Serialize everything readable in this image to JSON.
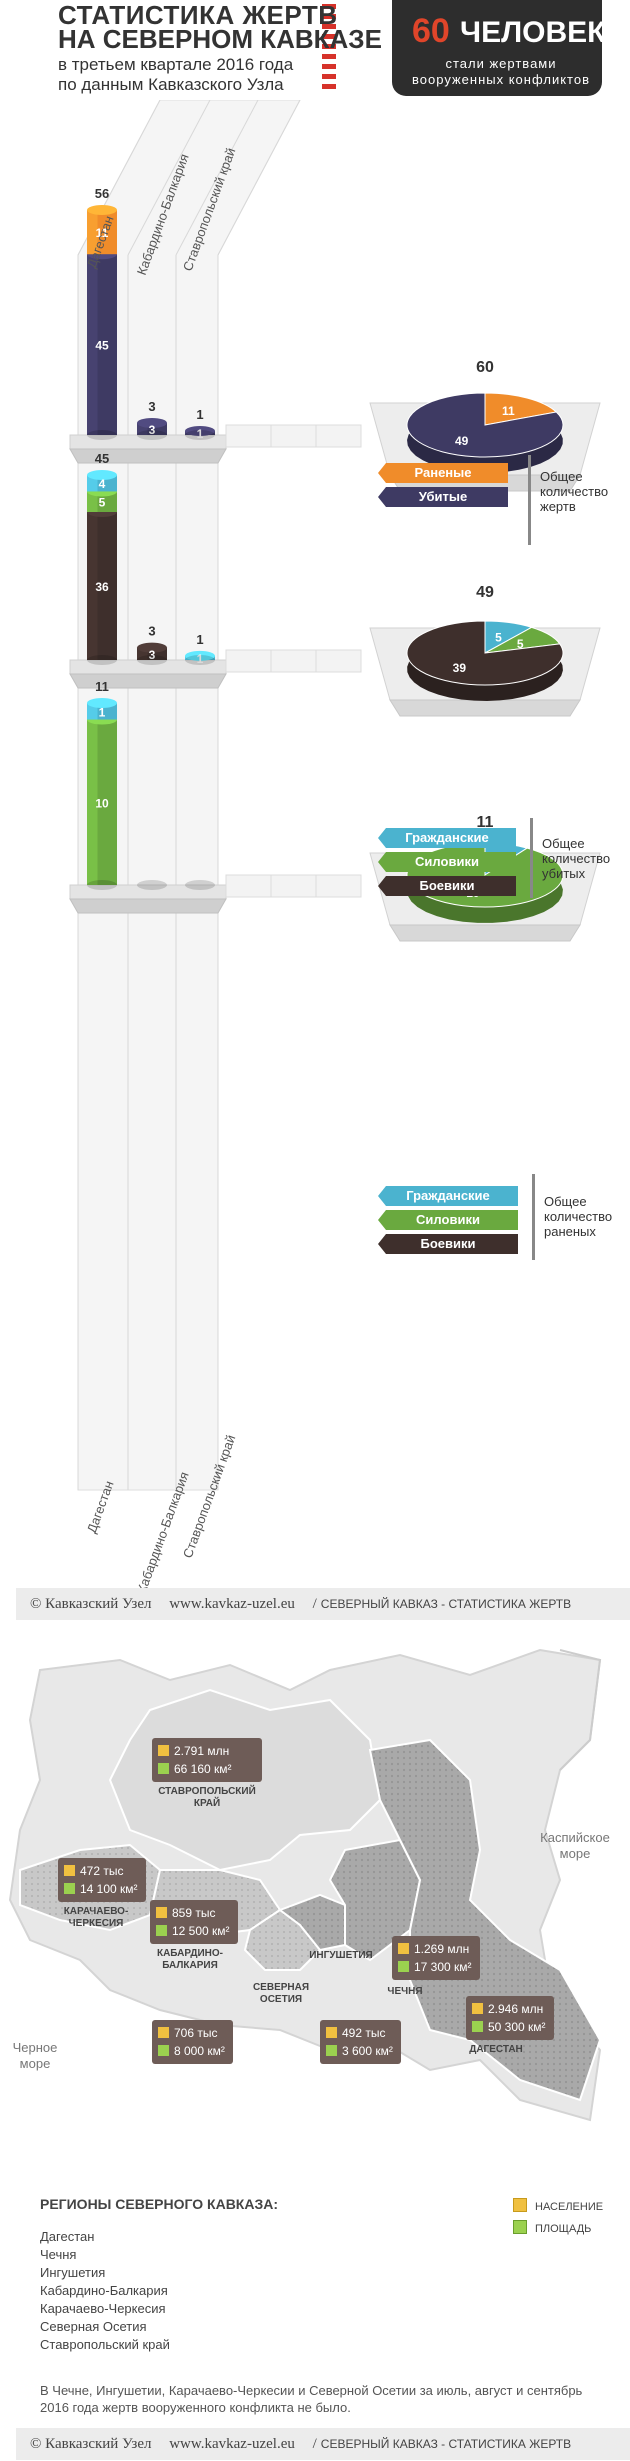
{
  "header": {
    "title_line1": "СТАТИСТИКА ЖЕРТВ",
    "title_line2": "НА СЕВЕРНОМ КАВКАЗЕ",
    "subtitle_line1": "в третьем квартале 2016 года",
    "subtitle_line2": "по данным Кавказского Узла",
    "badge_number": "60",
    "badge_word": "ЧЕЛОВЕК",
    "badge_desc": "стали жертвами вооруженных конфликтов"
  },
  "column_labels_top": [
    "Дагестан",
    "Кабардино-Балкария",
    "Ставропольский край"
  ],
  "column_labels_bottom": [
    "Дагестан",
    "Кабардино-Балкария",
    "Ставропольский край"
  ],
  "colors": {
    "wounded": "#f08c2a",
    "killed": "#3e3a63",
    "civilians": "#4bb3cf",
    "security": "#6aa93f",
    "militants": "#3e2f2c"
  },
  "legends": {
    "total": {
      "items": [
        "Раненые",
        "Убитые"
      ],
      "note": "Общее количество жертв"
    },
    "killed": {
      "items": [
        "Гражданские",
        "Силовики",
        "Боевики"
      ],
      "note": "Общее количество убитых"
    },
    "wounded": {
      "items": [
        "Гражданские",
        "Силовики",
        "Боевики"
      ],
      "note": "Общее количество раненых"
    }
  },
  "chart_data": [
    {
      "type": "bar",
      "categories": [
        "Дагестан",
        "Кабардино-Балкария",
        "Ставропольский край"
      ],
      "totals": [
        56,
        3,
        1
      ],
      "series": [
        {
          "name": "Раненые",
          "values": [
            11,
            0,
            0
          ]
        },
        {
          "name": "Убитые",
          "values": [
            45,
            3,
            1
          ]
        }
      ],
      "pie": {
        "total": 60,
        "values": [
          11,
          49
        ],
        "labels": [
          "Раненые",
          "Убитые"
        ]
      }
    },
    {
      "type": "bar",
      "categories": [
        "Дагестан",
        "Кабардино-Балкария",
        "Ставропольский край"
      ],
      "totals": [
        45,
        3,
        1
      ],
      "series": [
        {
          "name": "Гражданские",
          "values": [
            4,
            0,
            1
          ]
        },
        {
          "name": "Силовики",
          "values": [
            5,
            0,
            0
          ]
        },
        {
          "name": "Боевики",
          "values": [
            36,
            3,
            0
          ]
        }
      ],
      "pie": {
        "total": 49,
        "values": [
          5,
          5,
          39
        ],
        "labels": [
          "Гражданские",
          "Силовики",
          "Боевики"
        ]
      }
    },
    {
      "type": "bar",
      "categories": [
        "Дагестан",
        "Кабардино-Балкария",
        "Ставропольский край"
      ],
      "totals": [
        11,
        0,
        0
      ],
      "series": [
        {
          "name": "Гражданские",
          "values": [
            1,
            0,
            0
          ]
        },
        {
          "name": "Силовики",
          "values": [
            10,
            0,
            0
          ]
        },
        {
          "name": "Боевики",
          "values": [
            0,
            0,
            0
          ]
        }
      ],
      "pie": {
        "total": 11,
        "values": [
          1,
          10,
          0
        ],
        "labels": [
          "Гражданские",
          "Силовики",
          "Боевики"
        ]
      }
    }
  ],
  "footer": {
    "org": "© Кавказский Узел",
    "url": "www.kavkaz-uzel.eu",
    "section": "СЕВЕРНЫЙ КАВКАЗ - СТАТИСТИКА ЖЕРТВ"
  },
  "map": {
    "seas": [
      "Каспийское море",
      "Черное море"
    ],
    "regions": [
      {
        "name": "СТАВРОПОЛЬСКИЙ КРАЙ",
        "population": "2.791 млн",
        "area": "66 160 км²"
      },
      {
        "name": "КАРАЧАЕВО-ЧЕРКЕСИЯ",
        "population": "472 тыс",
        "area": "14 100 км²"
      },
      {
        "name": "КАБАРДИНО-БАЛКАРИЯ",
        "population": "859 тыс",
        "area": "12 500 км²"
      },
      {
        "name": "ИНГУШЕТИЯ",
        "population": "492 тыс",
        "area": "3 600 км²"
      },
      {
        "name": "ЧЕЧНЯ",
        "population": "1.269 млн",
        "area": "17 300 км²"
      },
      {
        "name": "ДАГЕСТАН",
        "population": "2.946 млн",
        "area": "50 300 км²"
      },
      {
        "name": "СЕВЕРНАЯ ОСЕТИЯ",
        "population": "706 тыс",
        "area": "8 000 км²"
      }
    ],
    "legend_population": "НАСЕЛЕНИЕ",
    "legend_area": "ПЛОЩАДЬ"
  },
  "regions_list": {
    "title": "РЕГИОНЫ СЕВЕРНОГО КАВКАЗА:",
    "items": [
      "Дагестан",
      "Чечня",
      "Ингушетия",
      "Кабардино-Балкария",
      "Карачаево-Черкесия",
      "Северная Осетия",
      "Ставропольский край"
    ]
  },
  "note": "В Чечне, Ингушетии, Карачаево-Черкесии и Северной Осетии за июль, август и сентябрь 2016 года жертв вооруженного конфликта не было."
}
